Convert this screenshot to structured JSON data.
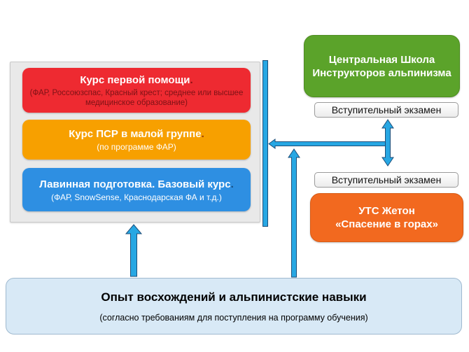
{
  "diagram": {
    "background": "#ffffff",
    "palette": {
      "arrow_fill": "#27a7e3",
      "arrow_stroke": "#1d4e79",
      "panel_bg": "#e9e9e9",
      "first_aid_card_bg": "#ee2a31",
      "psr_card_bg": "#f7a000",
      "avalanche_card_bg": "#2e8fe2",
      "school_box_bg": "#5ba32a",
      "uts_box_bg": "#f2691f",
      "experience_box_bg": "#d8e9f6",
      "exam_badge_bg": "#ffffff"
    },
    "left_panel": {
      "cards": [
        {
          "title": "Курс первой помощи",
          "period": ".",
          "subtitle": "(ФАР, Россоюзспас, Красный крест; среднее или высшее медицинское образование)"
        },
        {
          "title": "Курс ПСР в малой группе",
          "period": ".",
          "subtitle": "(по программе ФАР)"
        },
        {
          "title": "Лавинная подготовка. Базовый курс",
          "period": ".",
          "subtitle": "(ФАР, SnowSense, Краснодарская ФА и т.д.)"
        }
      ]
    },
    "school_box": {
      "line1": "Центральная Школа",
      "line2": "Инструкторов альпинизма"
    },
    "entrance_exam_top": {
      "label": "Вступительный экзамен"
    },
    "entrance_exam_bottom": {
      "label": "Вступительный экзамен"
    },
    "uts_box": {
      "line1": "УТС Жетон",
      "line2": "«Спасение в горах»"
    },
    "experience_box": {
      "title": "Опыт восхождений и альпинистские навыки",
      "subtitle": "(согласно требованиям для поступления на программу обучения)"
    }
  }
}
